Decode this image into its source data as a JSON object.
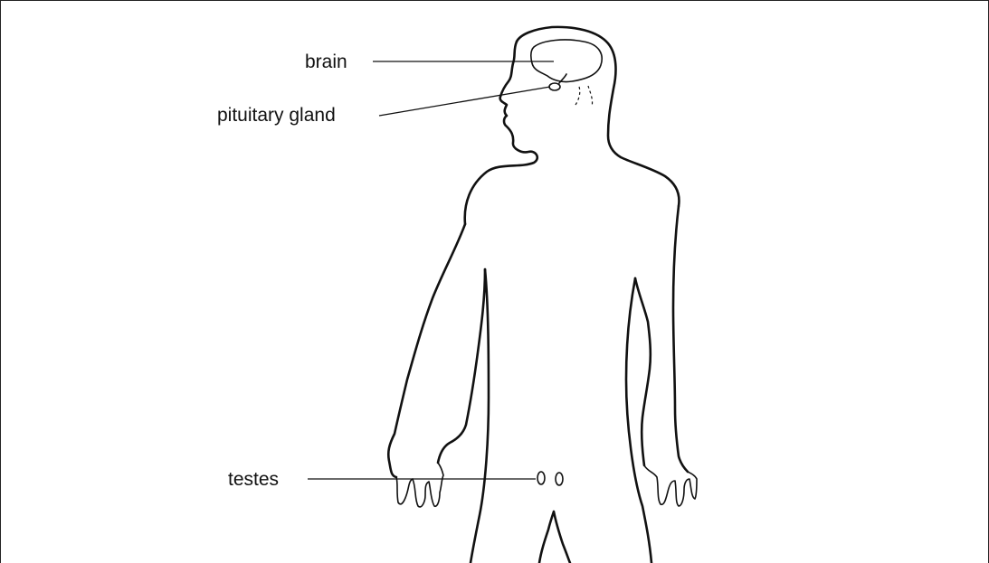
{
  "diagram": {
    "labels": {
      "brain": "brain",
      "pituitary": "pituitary gland",
      "testes": "testes"
    },
    "colors": {
      "line": "#111111",
      "background": "#ffffff"
    }
  }
}
